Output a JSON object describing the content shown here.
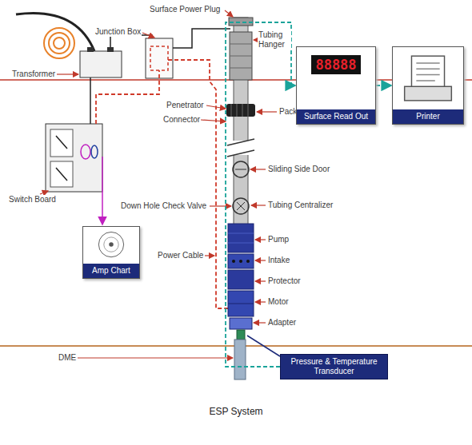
{
  "diagram": {
    "caption": "ESP System",
    "nodes": [
      {
        "text": [
          "88888",
          "Surface Read Out"
        ]
      },
      {
        "text": [
          "Printer"
        ]
      },
      {
        "text": [
          "Amp Chart"
        ]
      },
      {
        "text": [
          "Pressure & Temperature Transducer"
        ]
      }
    ],
    "edges": [
      {
        "from": 0,
        "to": 1,
        "arrow": "to"
      },
      {
        "from": 3,
        "to": 0,
        "arrow": "to"
      }
    ],
    "labels": [
      "Transformer",
      "Junction Box",
      "Surface Power Plug",
      "Tubing Hanger",
      "Penetrator",
      "Connector",
      "Packer",
      "Switch Board",
      "Sliding Side Door",
      "Down Hole Check Valve",
      "Tubing Centralizer",
      "Power Cable",
      "Pump",
      "Intake",
      "Protector",
      "Motor",
      "Adapter",
      "DME"
    ]
  }
}
